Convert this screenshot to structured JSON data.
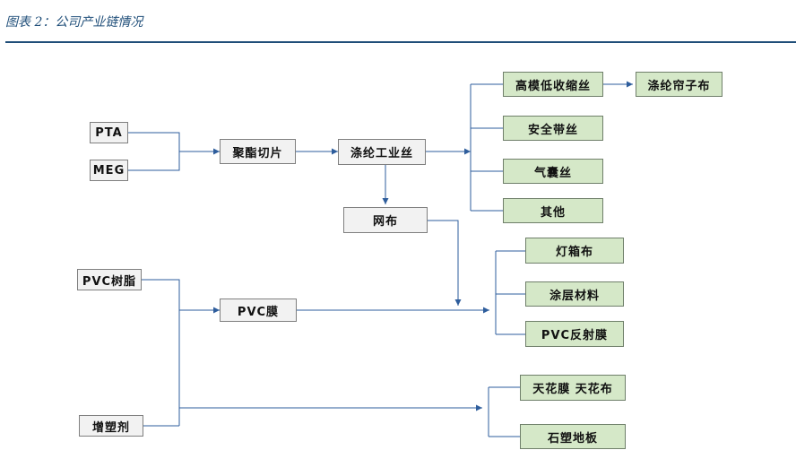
{
  "caption": "图表 2：公司产业链情况",
  "nodes": {
    "pta": "PTA",
    "meg": "MEG",
    "polyester_chip": "聚酯切片",
    "polyester_yarn": "涤纶工业丝",
    "mesh": "网布",
    "pvc_resin": "PVC树脂",
    "pvc_film": "PVC膜",
    "plasticizer": "增塑剂",
    "hmls_yarn": "高模低收缩丝",
    "tire_cord": "涤纶帘子布",
    "seatbelt_yarn": "安全带丝",
    "airbag_yarn": "气囊丝",
    "other": "其他",
    "lightbox_cloth": "灯箱布",
    "coated_material": "涂层材料",
    "pvc_reflective_film": "PVC反射膜",
    "ceiling_film": "天花膜 天花布",
    "stone_plastic_floor": "石塑地板"
  },
  "colors": {
    "accent": "#1f4e79",
    "arrow": "#2e5d9c",
    "grey_box": "#f2f2f2",
    "green_box": "#d5e8c8"
  }
}
